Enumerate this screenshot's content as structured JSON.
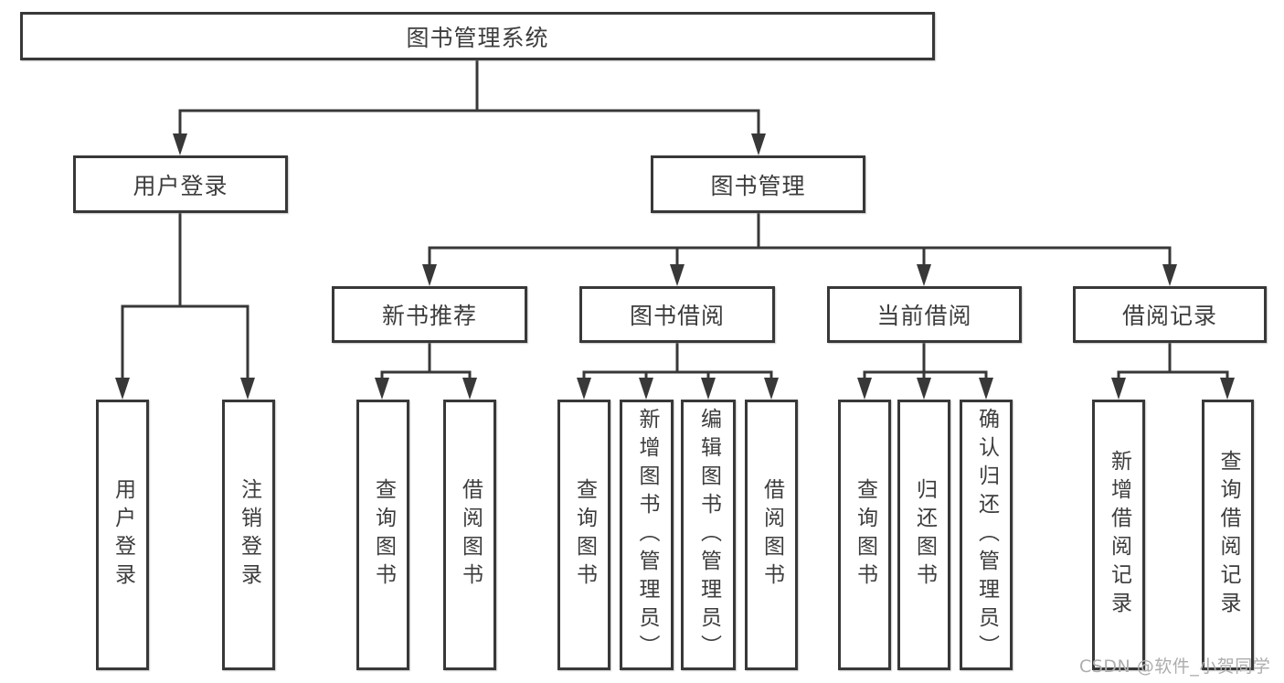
{
  "diagram": {
    "type": "hierarchy",
    "nodes": {
      "root": {
        "label": "图书管理系统",
        "children": [
          "用户登录",
          "图书管理"
        ]
      },
      "user_login": {
        "label": "用户登录",
        "children": [
          "用户登录",
          "注销登录"
        ]
      },
      "book_mgmt": {
        "label": "图书管理",
        "children": [
          "新书推荐",
          "图书借阅",
          "当前借阅",
          "借阅记录"
        ]
      },
      "new_book_rec": {
        "label": "新书推荐",
        "children": [
          "查询图书",
          "借阅图书"
        ]
      },
      "book_borrow": {
        "label": "图书借阅",
        "children": [
          "查询图书",
          "新增图书（管理员）",
          "编辑图书（管理员）",
          "借阅图书"
        ]
      },
      "current_borrow": {
        "label": "当前借阅",
        "children": [
          "查询图书",
          "归还图书",
          "确认归还（管理员）"
        ]
      },
      "borrow_records": {
        "label": "借阅记录",
        "children": [
          "新增借阅记录",
          "查询借阅记录"
        ]
      },
      "leaves": [
        {
          "label": "用户登录",
          "parent": "用户登录"
        },
        {
          "label": "注销登录",
          "parent": "用户登录"
        },
        {
          "label": "查询图书",
          "parent": "新书推荐"
        },
        {
          "label": "借阅图书",
          "parent": "新书推荐"
        },
        {
          "label": "查询图书",
          "parent": "图书借阅"
        },
        {
          "label": "新增图书（管理员）",
          "parent": "图书借阅"
        },
        {
          "label": "编辑图书（管理员）",
          "parent": "图书借阅"
        },
        {
          "label": "借阅图书",
          "parent": "图书借阅"
        },
        {
          "label": "查询图书",
          "parent": "当前借阅"
        },
        {
          "label": "归还图书",
          "parent": "当前借阅"
        },
        {
          "label": "确认归还（管理员）",
          "parent": "当前借阅"
        },
        {
          "label": "新增借阅记录",
          "parent": "借阅记录"
        },
        {
          "label": "查询借阅记录",
          "parent": "借阅记录"
        }
      ]
    },
    "colors": {
      "line": "#383838",
      "border": "#383838",
      "text": "#3d3d3d",
      "background": "#ffffff",
      "watermark": "#adadad"
    }
  },
  "watermark": {
    "text": "CSDN @软件_小贺同学"
  }
}
